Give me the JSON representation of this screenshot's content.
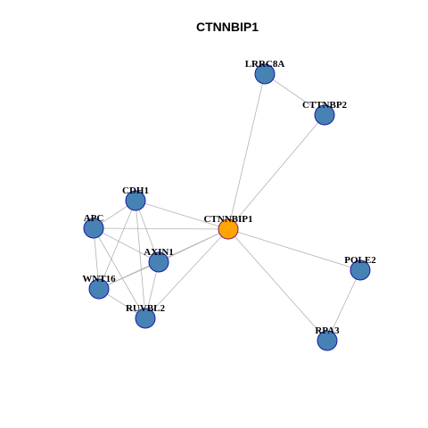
{
  "title": "CTNNBIP1",
  "colors": {
    "node_default": "#4682B4",
    "node_highlight": "#FFA500",
    "node_border_default": "#1a1aa8",
    "node_border_highlight": "#8b1a5a",
    "edge": "#b3b3b3",
    "background": "#ffffff"
  },
  "nodes": [
    {
      "id": "CTNNBIP1",
      "label": "CTNNBIP1",
      "highlight": true
    },
    {
      "id": "LRRC8A",
      "label": "LRRC8A",
      "highlight": false
    },
    {
      "id": "CTTNBP2",
      "label": "CTTNBP2",
      "highlight": false
    },
    {
      "id": "CDH1",
      "label": "CDH1",
      "highlight": false
    },
    {
      "id": "APC",
      "label": "APC",
      "highlight": false
    },
    {
      "id": "AXIN1",
      "label": "AXIN1",
      "highlight": false
    },
    {
      "id": "WNT16",
      "label": "WNT16",
      "highlight": false
    },
    {
      "id": "RUVBL2",
      "label": "RUVBL2",
      "highlight": false
    },
    {
      "id": "POLE2",
      "label": "POLE2",
      "highlight": false
    },
    {
      "id": "RPA3",
      "label": "RPA3",
      "highlight": false
    }
  ],
  "edges": [
    [
      "LRRC8A",
      "CTTNBP2"
    ],
    [
      "LRRC8A",
      "CTNNBIP1"
    ],
    [
      "CTTNBP2",
      "CTNNBIP1"
    ],
    [
      "CTNNBIP1",
      "CDH1"
    ],
    [
      "CTNNBIP1",
      "APC"
    ],
    [
      "CTNNBIP1",
      "AXIN1"
    ],
    [
      "CTNNBIP1",
      "WNT16"
    ],
    [
      "CTNNBIP1",
      "RUVBL2"
    ],
    [
      "CTNNBIP1",
      "POLE2"
    ],
    [
      "CTNNBIP1",
      "RPA3"
    ],
    [
      "POLE2",
      "RPA3"
    ],
    [
      "CDH1",
      "APC"
    ],
    [
      "CDH1",
      "AXIN1"
    ],
    [
      "CDH1",
      "WNT16"
    ],
    [
      "CDH1",
      "RUVBL2"
    ],
    [
      "APC",
      "AXIN1"
    ],
    [
      "APC",
      "WNT16"
    ],
    [
      "APC",
      "RUVBL2"
    ],
    [
      "AXIN1",
      "WNT16"
    ],
    [
      "AXIN1",
      "RUVBL2"
    ],
    [
      "WNT16",
      "RUVBL2"
    ]
  ]
}
